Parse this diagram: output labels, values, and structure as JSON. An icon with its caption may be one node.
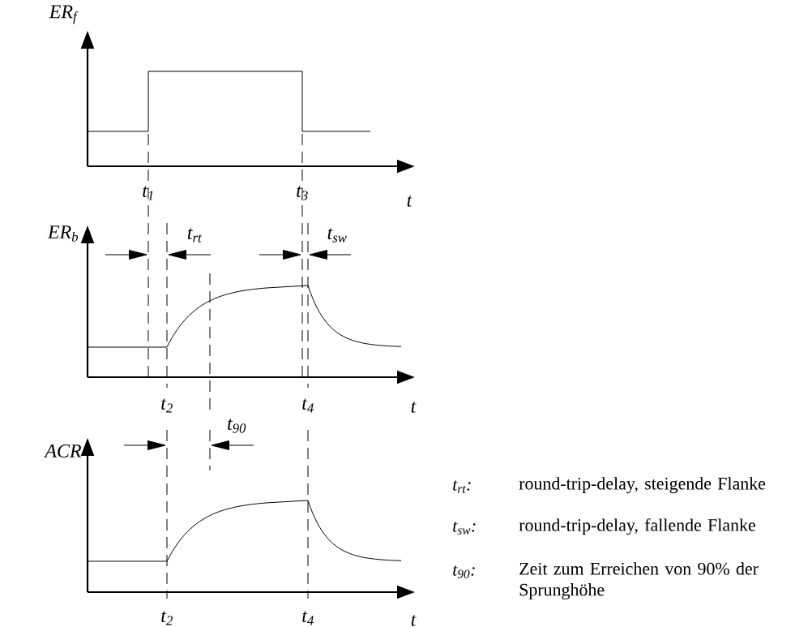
{
  "diagram": {
    "labels": [
      "ER$_{f}$",
      "t$_{1}$",
      "t$_{3}$",
      "t",
      "ER$_{b}$",
      "t$_{rt}$",
      "t$_{sw}$",
      "t$_{2}$",
      "t$_{4}$",
      "t",
      "t$_{90}$",
      "ACR",
      "t$_{2}$",
      "t$_{4}$",
      "t",
      "t$_{rt}$:",
      "round-trip-delay, steigende Flanke",
      "t$_{sw}$:",
      "round-trip-delay, fallende Flanke",
      "t$_{90}$:",
      "Zeit zum Erreichen von 90% der Sprunghöhe"
    ]
  }
}
